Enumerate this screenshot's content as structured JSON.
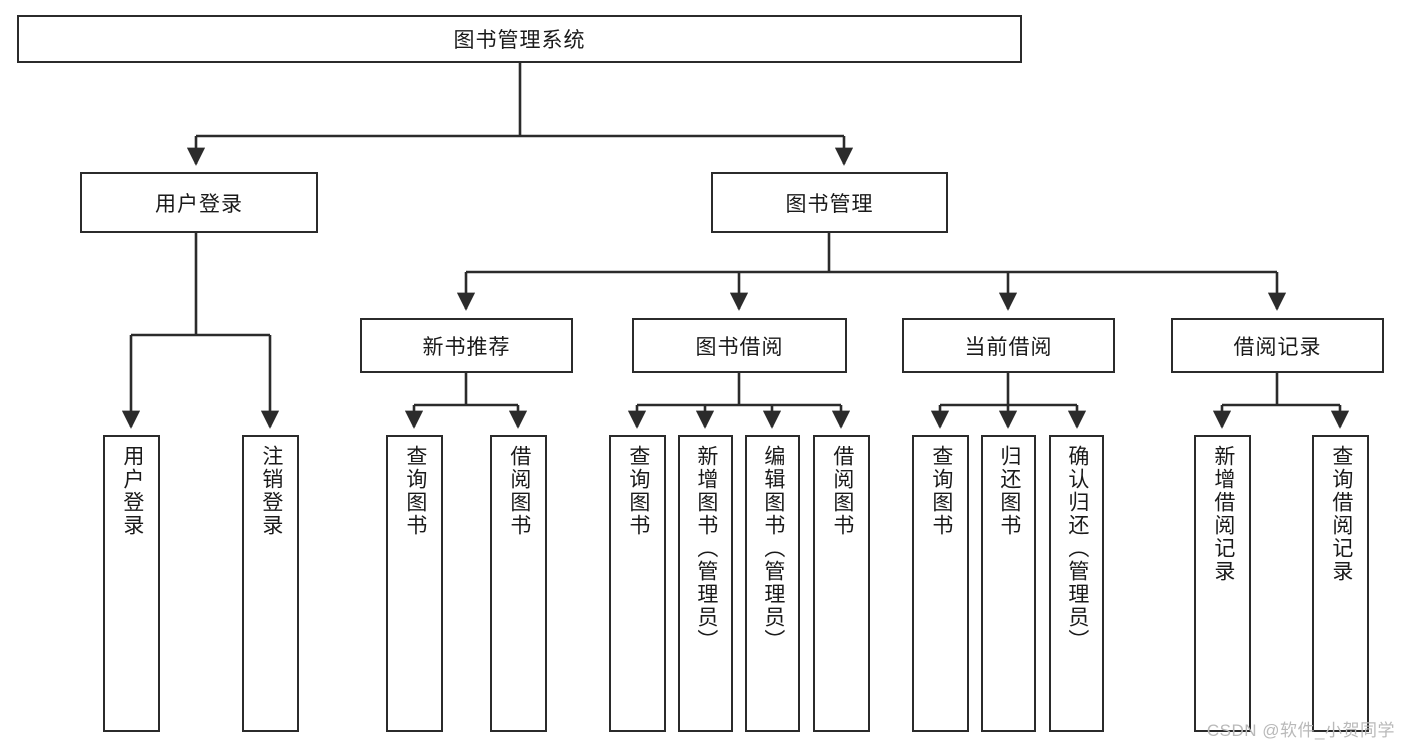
{
  "diagram": {
    "title": "图书管理系统",
    "watermark": "CSDN @软件_小贺同学",
    "colors": {
      "box_border": "#2b2b2b",
      "connector": "#2b2b2b",
      "background": "#ffffff",
      "text": "#1a1a1a",
      "watermark": "#b9b9b9"
    },
    "root": {
      "label": "图书管理系统"
    },
    "level2": [
      {
        "label": "用户登录"
      },
      {
        "label": "图书管理"
      }
    ],
    "level3": [
      {
        "label": "新书推荐"
      },
      {
        "label": "图书借阅"
      },
      {
        "label": "当前借阅"
      },
      {
        "label": "借阅记录"
      }
    ],
    "leaves": {
      "user_login": [
        {
          "label": "用户登录"
        },
        {
          "label": "注销登录"
        }
      ],
      "new_book_recommend": [
        {
          "label": "查询图书"
        },
        {
          "label": "借阅图书"
        }
      ],
      "book_borrow": [
        {
          "label": "查询图书"
        },
        {
          "label": "新增图书（管理员）"
        },
        {
          "label": "编辑图书（管理员）"
        },
        {
          "label": "借阅图书"
        }
      ],
      "current_borrow": [
        {
          "label": "查询图书"
        },
        {
          "label": "归还图书"
        },
        {
          "label": "确认归还（管理员）"
        }
      ],
      "borrow_record": [
        {
          "label": "新增借阅记录"
        },
        {
          "label": "查询借阅记录"
        }
      ]
    }
  }
}
